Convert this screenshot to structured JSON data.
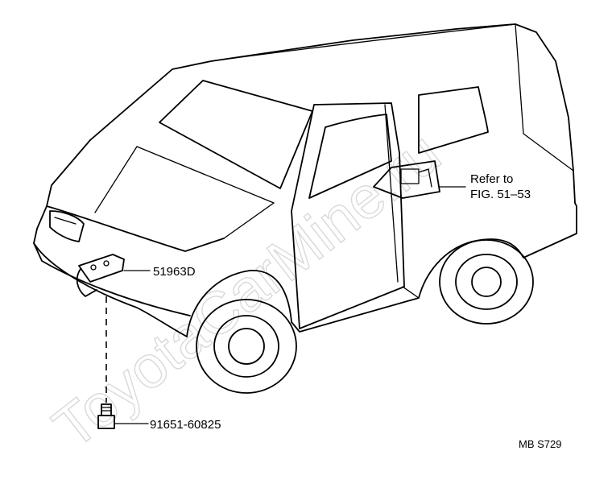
{
  "watermark": "ToyotaCarMine.ru",
  "callouts": {
    "hinge_ref_line1": "Refer to",
    "hinge_ref_line2": "FIG. 51–53",
    "bracket_part": "51963D",
    "bolt_part": "91651-60825"
  },
  "figure_code": "MB S729",
  "icons": {
    "vehicle": "suv-outline-icon",
    "bracket": "bracket-icon",
    "bolt": "bolt-icon",
    "hinge": "door-hinge-icon"
  }
}
